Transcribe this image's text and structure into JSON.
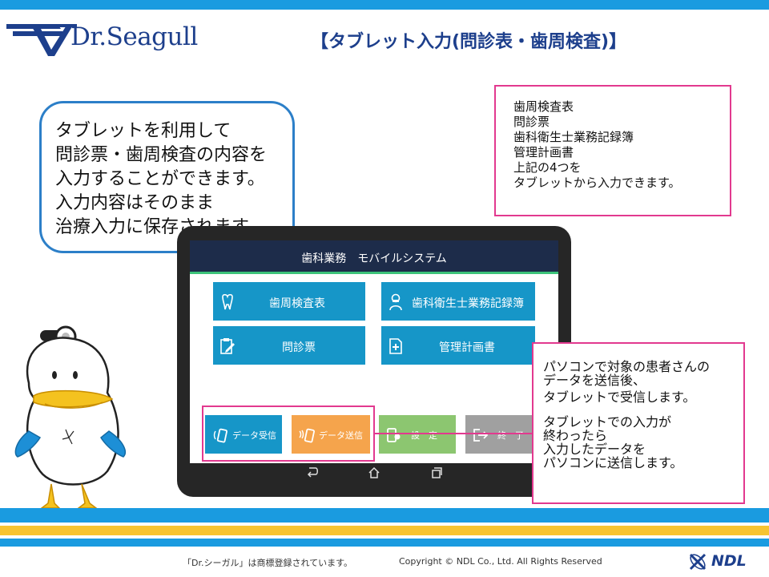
{
  "header": {
    "logo_text": "Dr.Seagull",
    "title": "【タブレット入力(問診表・歯周検査)】"
  },
  "bubble": {
    "lines": [
      "タブレットを利用して",
      "問診票・歯周検査の内容を",
      "入力することができます。",
      "入力内容はそのまま",
      " 治療入力に保存されます。"
    ]
  },
  "info_box": {
    "lines": [
      "歯周検査表",
      "問診票",
      "歯科衛生士業務記録簿",
      "管理計画書",
      "上記の4つを",
      "タブレットから入力できます。"
    ]
  },
  "tablet_app": {
    "title": "歯科業務　モバイルシステム",
    "tiles": [
      {
        "label": "歯周検査表",
        "icon": "tooth-icon"
      },
      {
        "label": "歯科衛生士業務記録簿",
        "icon": "hygienist-icon"
      },
      {
        "label": "問診票",
        "icon": "clipboard-edit-icon"
      },
      {
        "label": "管理計画書",
        "icon": "document-plus-icon"
      }
    ],
    "buttons": [
      {
        "label": "データ受信",
        "color": "#1696c8",
        "icon": "phone-receive-icon"
      },
      {
        "label": "データ送信",
        "color": "#f5a44c",
        "icon": "phone-send-icon"
      },
      {
        "label": "設　定",
        "color": "#8cc670",
        "icon": "settings-tablet-icon"
      },
      {
        "label": "終　了",
        "color": "#a0a0a0",
        "icon": "exit-icon"
      }
    ],
    "nav": [
      "back-icon",
      "home-icon",
      "recents-icon"
    ]
  },
  "callout": {
    "lines": [
      "パソコンで対象の患者さんの",
      "データを送信後、",
      "タブレットで受信します。",
      "",
      "タブレットでの入力が",
      "終わったら",
      "入力したデータを",
      "パソコンに送信します。"
    ]
  },
  "footer": {
    "trademark": "「Dr.シーガル」は商標登録されています。",
    "copyright": "Copyright © NDL Co., Ltd. All Rights Reserved",
    "company_logo": "NDL"
  },
  "colors": {
    "accent_blue": "#1a9be0",
    "accent_yellow": "#f7c431",
    "navy": "#1d3f8c",
    "highlight_pink": "#e2398f",
    "tile_blue": "#1696c8",
    "app_bar": "#1d2c4a"
  }
}
